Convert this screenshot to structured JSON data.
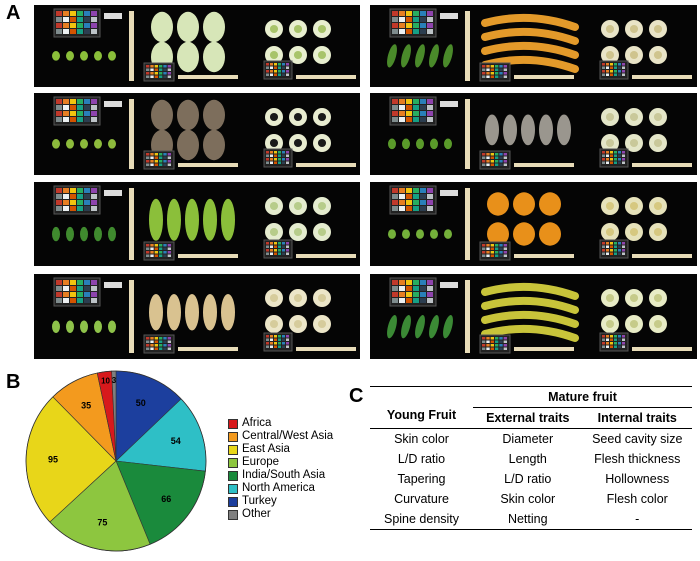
{
  "panels": {
    "a": "A",
    "b": "B",
    "c": "C"
  },
  "photos": {
    "count": 8,
    "description_icons": [
      "cucumber-photo"
    ]
  },
  "chart_data": {
    "type": "pie",
    "categories": [
      "Africa",
      "Central/West Asia",
      "East Asia",
      "Europe",
      "India/South Asia",
      "North America",
      "Turkey",
      "Other"
    ],
    "values": [
      10,
      35,
      95,
      75,
      66,
      54,
      50,
      3
    ],
    "slice_labels": [
      "10",
      "35",
      "95",
      "75",
      "66",
      "54",
      "50",
      "3"
    ],
    "colors": [
      "#d7191c",
      "#f39a1e",
      "#e8d619",
      "#8dc63f",
      "#1a8a3c",
      "#2ebfc6",
      "#1c3f9e",
      "#7f7f7f"
    ],
    "legend_placement": "right"
  },
  "traits_table": {
    "header_group": "Mature fruit",
    "col_young": "Young Fruit",
    "col_external": "External traits",
    "col_internal": "Internal traits",
    "rows": [
      [
        "Skin color",
        "Diameter",
        "Seed cavity size"
      ],
      [
        "L/D ratio",
        "Length",
        "Flesh thickness"
      ],
      [
        "Tapering",
        "L/D ratio",
        "Hollowness"
      ],
      [
        "Curvature",
        "Skin color",
        "Flesh color"
      ],
      [
        "Spine density",
        "Netting",
        "-"
      ]
    ]
  }
}
